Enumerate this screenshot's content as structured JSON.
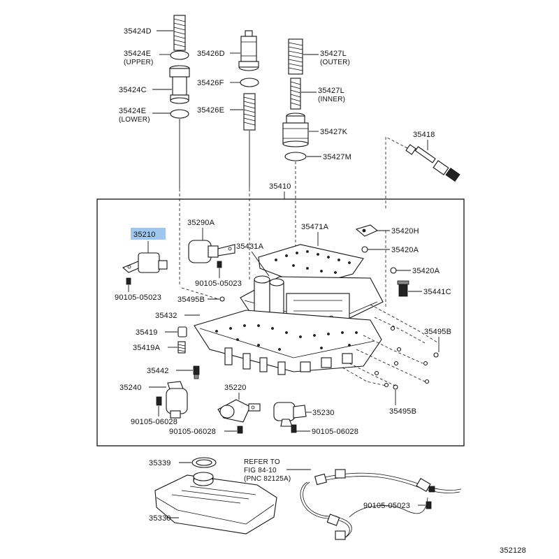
{
  "diagram": {
    "title": "Valve body parts diagram",
    "highlighted_part": "35210",
    "figure_number": "352128",
    "labels": {
      "p35424D": "35424D",
      "p35424E_upper": "35424E",
      "p35424E_upper_note": "(UPPER)",
      "p35424C": "35424C",
      "p35424E_lower": "35424E",
      "p35424E_lower_note": "(LOWER)",
      "p35426D": "35426D",
      "p35426F": "35426F",
      "p35426E": "35426E",
      "p35427L_outer": "35427L",
      "p35427L_outer_note": "(OUTER)",
      "p35427L_inner": "35427L",
      "p35427L_inner_note": "(INNER)",
      "p35427K": "35427K",
      "p35427M": "35427M",
      "p35418": "35418",
      "p35410": "35410",
      "p35210": "35210",
      "p35290A": "35290A",
      "p35431A": "35431A",
      "p35471A": "35471A",
      "p35420H": "35420H",
      "p35420A_1": "35420A",
      "p35420A_2": "35420A",
      "p35441C": "35441C",
      "p90105_05023_a": "90105-05023",
      "p90105_05023_b": "90105-05023",
      "p35495B_a": "35495B",
      "p35495B_b": "35495B",
      "p35495B_c": "35495B",
      "p35432": "35432",
      "p35419": "35419",
      "p35419A": "35419A",
      "p35442": "35442",
      "p35240": "35240",
      "p35220": "35220",
      "p35230": "35230",
      "p90105_06028_a": "90105-06028",
      "p90105_06028_b": "90105-06028",
      "p90105_06028_c": "90105-06028",
      "p35339": "35339",
      "p35330": "35330",
      "refer_line1": "REFER TO",
      "refer_line2": "FIG 84-10",
      "refer_line3": "(PNC 82125A)",
      "p90105_05023_c": "90105-05023"
    }
  }
}
